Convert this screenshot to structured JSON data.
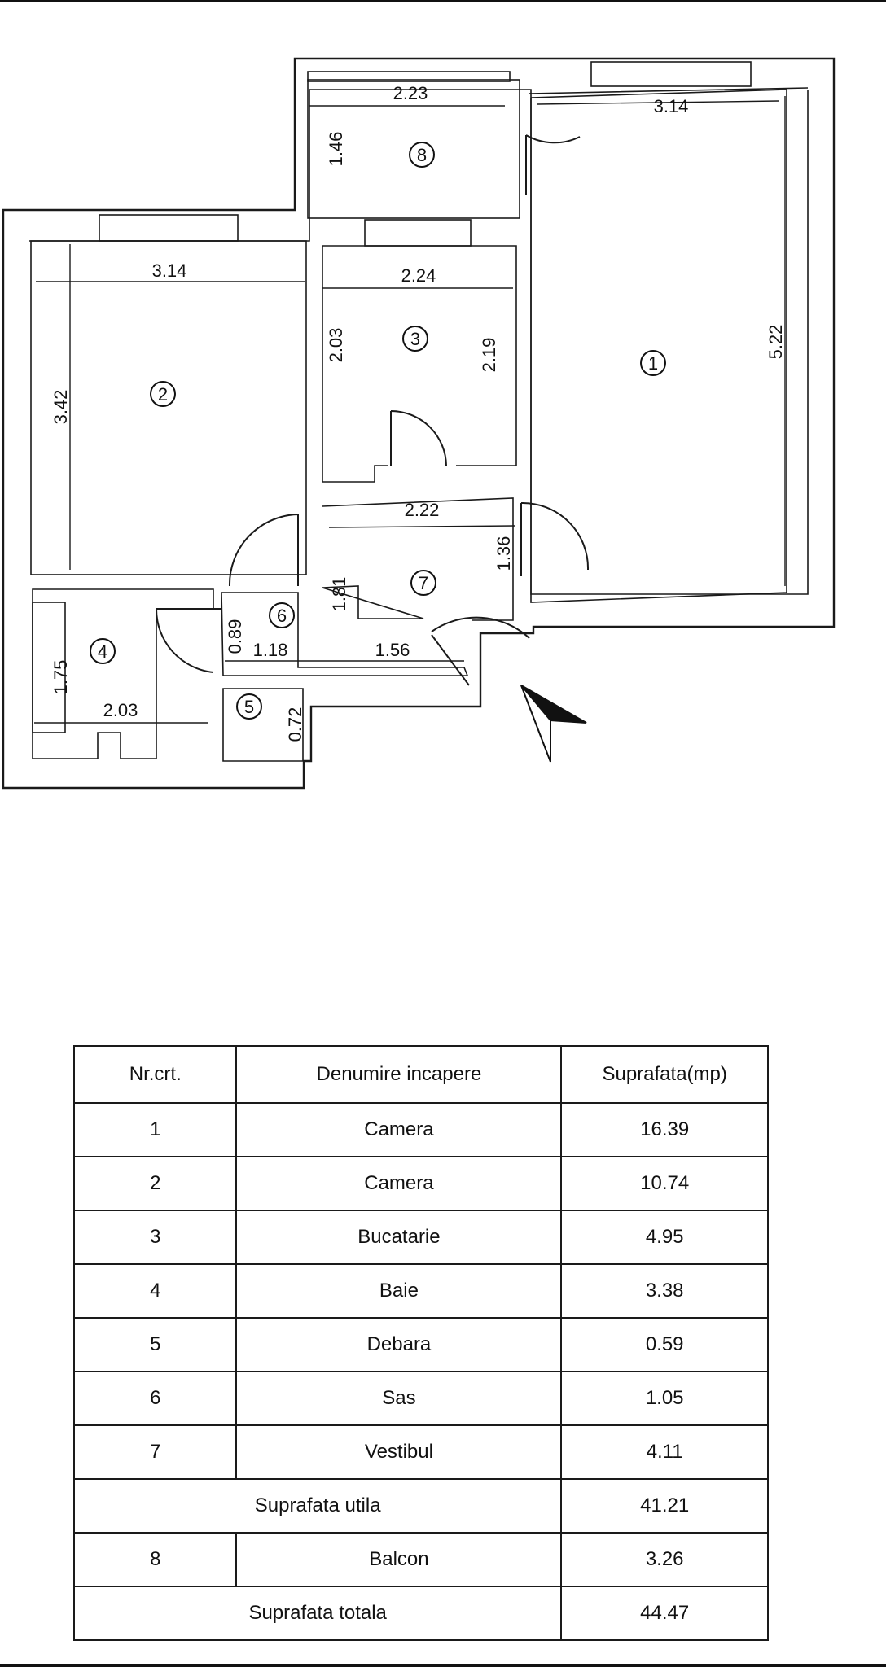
{
  "plan": {
    "dimensions": {
      "r8_width": "2.23",
      "r8_height": "1.46",
      "r1_width": "3.14",
      "r1_height": "5.22",
      "r2_width": "3.14",
      "r2_height": "3.42",
      "r3_width": "2.24",
      "r3_height_left": "2.03",
      "r3_height_right": "2.19",
      "r7_width": "2.22",
      "r7_height_left": "1.81",
      "r7_height_right": "1.36",
      "r6_height": "0.89",
      "r6_width": "1.18",
      "hall_width": "1.56",
      "r4_height": "1.75",
      "r4_width": "2.03",
      "r5_height": "0.72"
    },
    "room_numbers": {
      "r1": "1",
      "r2": "2",
      "r3": "3",
      "r4": "4",
      "r5": "5",
      "r6": "6",
      "r7": "7",
      "r8": "8"
    },
    "north_arrow_icon": "north-arrow"
  },
  "table": {
    "headers": [
      "Nr.crt.",
      "Denumire incapere",
      "Suprafata(mp)"
    ],
    "rows": [
      {
        "nr": "1",
        "name": "Camera",
        "area": "16.39"
      },
      {
        "nr": "2",
        "name": "Camera",
        "area": "10.74"
      },
      {
        "nr": "3",
        "name": "Bucatarie",
        "area": "4.95"
      },
      {
        "nr": "4",
        "name": "Baie",
        "area": "3.38"
      },
      {
        "nr": "5",
        "name": "Debara",
        "area": "0.59"
      },
      {
        "nr": "6",
        "name": "Sas",
        "area": "1.05"
      },
      {
        "nr": "7",
        "name": "Vestibul",
        "area": "4.11"
      }
    ],
    "subtotal": {
      "label": "Suprafata utila",
      "area": "41.21"
    },
    "balcony": {
      "nr": "8",
      "name": "Balcon",
      "area": "3.26"
    },
    "total": {
      "label": "Suprafata totala",
      "area": "44.47"
    }
  }
}
